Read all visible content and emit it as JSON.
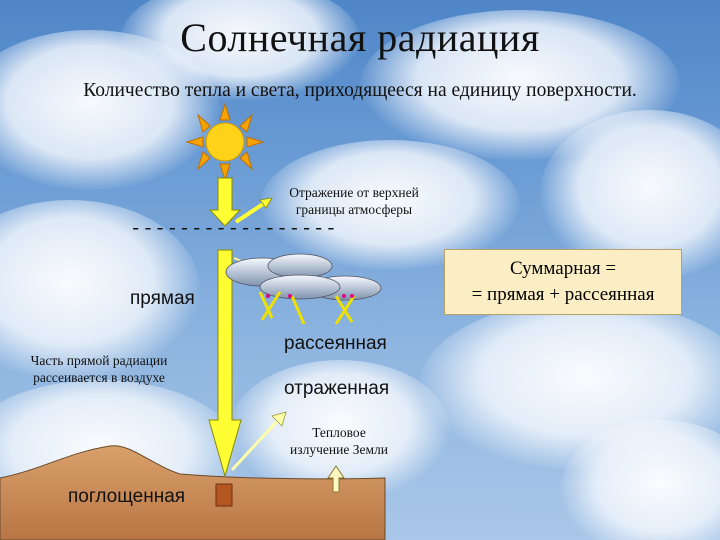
{
  "title": "Солнечная радиация",
  "subtitle": "Количество тепла и света, приходящееся на единицу поверхности.",
  "labels": {
    "reflection_top_line1": "Отражение от верхней",
    "reflection_top_line2": "границы атмосферы",
    "atmosphere_boundary": "-----------------",
    "direct": "прямая",
    "scattered": "рассеянная",
    "scatter_note_line1": "Часть прямой радиации",
    "scatter_note_line2": "рассеивается в воздухе",
    "reflected": "отраженная",
    "thermal_line1": "Тепловое",
    "thermal_line2": "излучение Земли",
    "absorbed": "поглощенная"
  },
  "formula": {
    "line1": "Суммарная =",
    "line2": "= прямая + рассеянная"
  },
  "icons": [
    "sun-icon",
    "cloud-icon"
  ],
  "colors": {
    "sun": "#ffd21a",
    "arrow_fill": "#ffff33",
    "scatter_arrow": "#f0e000",
    "ground": "#c98c5a",
    "formula_bg": "#fbeec4"
  }
}
